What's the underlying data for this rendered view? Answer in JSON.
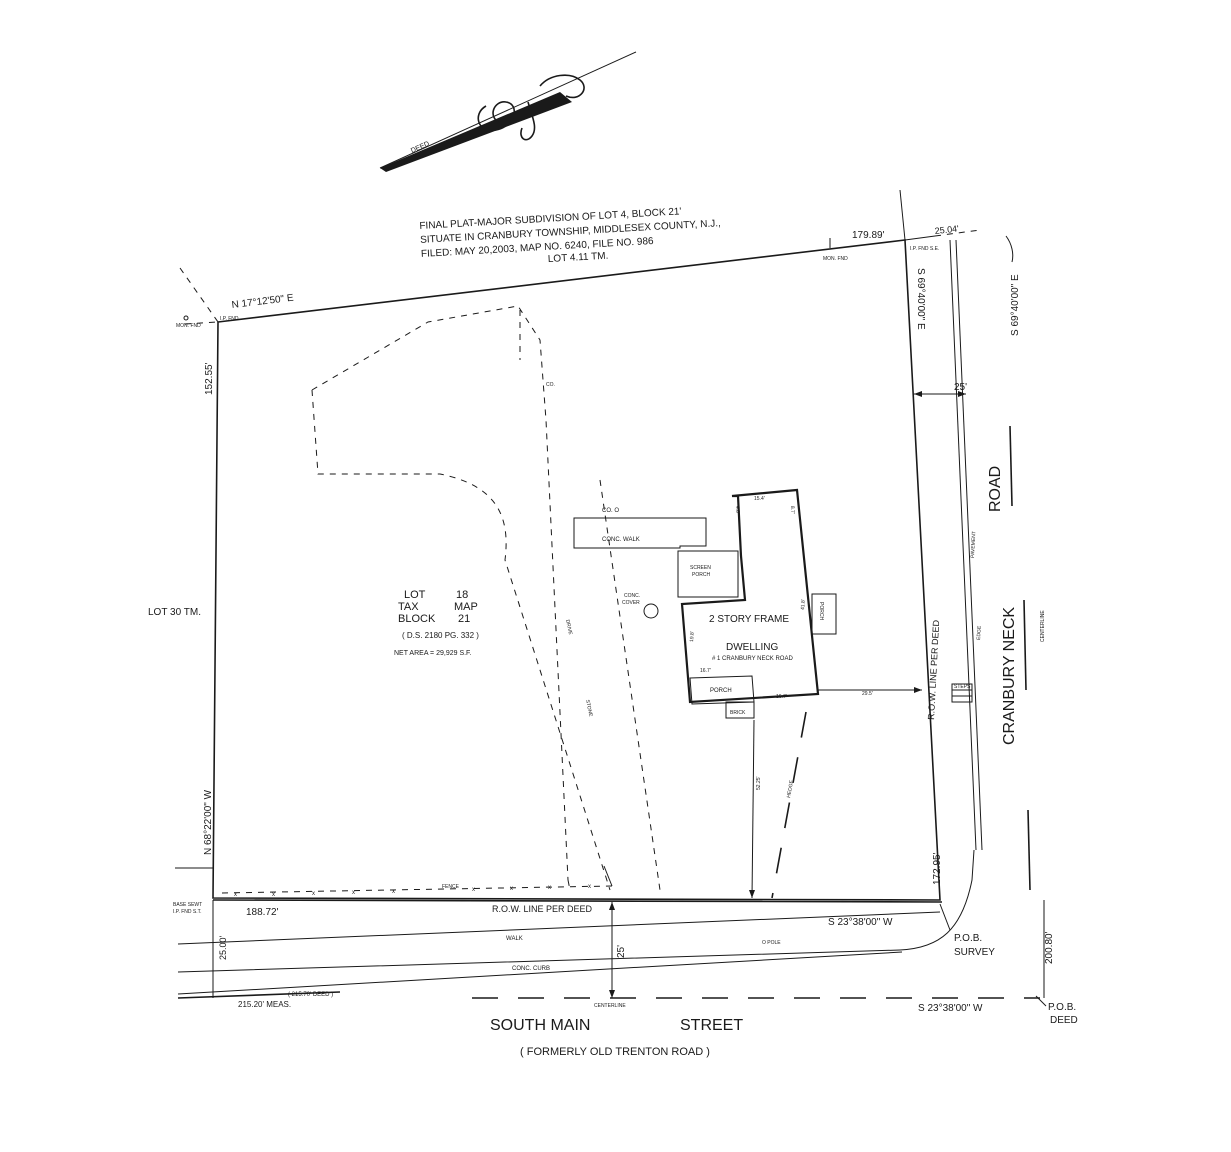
{
  "north_arrow": {
    "label": "DEED"
  },
  "reference": {
    "line1": "FINAL PLAT-MAJOR SUBDIVISION OF LOT 4, BLOCK 21'",
    "line2": "SITUATE IN CRANBURY TOWNSHIP, MIDDLESEX COUNTY, N.J.,",
    "line3": "FILED: MAY 20,2003, MAP NO. 6240, FILE NO. 986"
  },
  "adjoining": {
    "north": "LOT 4.11 TM.",
    "west": "LOT 30 TM."
  },
  "lot": {
    "lot_label": "LOT",
    "lot_value": "18",
    "tax_label": "TAX",
    "tax_value": "MAP",
    "block_label": "BLOCK",
    "block_value": "21",
    "deed_book": "( D.S. 2180 PG. 332 )",
    "net_area": "NET AREA = 29,929 S.F."
  },
  "bearings": {
    "north_line": "N 17°12'50\" E",
    "east_line": "S 69°40'00\" E",
    "east_road": "S 69°40'00\" E",
    "west_line": "N 68°22'00\" W",
    "south_line": "S 23°38'00\" W",
    "south_road": "S 23°38'00\" W"
  },
  "distances": {
    "north_len": "179.89'",
    "north_ext": "25.04'",
    "west_len": "152.55'",
    "east_len": "172.95'",
    "south_len": "188.72'",
    "road_width_east": "25'",
    "road_width_south": "25'",
    "south_left": "25.00'",
    "meas": "215.20' MEAS.",
    "deed_dist": "( 215.70' DEED )",
    "road_right": "200.80'",
    "setback_front": "52.25'",
    "setback_side": "29.5'"
  },
  "monuments": {
    "nw": "MON. FND",
    "nw_pin": "I.P. FND",
    "ne": "MON. FND",
    "ne_pin": "I.P. FND S.E.",
    "sw_base": "BASE SEWT",
    "sw_pin": "I.P. FND S.T."
  },
  "points": {
    "pob_survey_1": "P.O.B.",
    "pob_survey_2": "SURVEY",
    "pob_deed_1": "P.O.B.",
    "pob_deed_2": "DEED"
  },
  "improvements": {
    "co_top": "CO.",
    "co_mid": "CO. O",
    "conc_walk": "CONC. WALK",
    "screen_porch_1": "SCREEN",
    "screen_porch_2": "PORCH",
    "conc_cover_1": "CONC.",
    "conc_cover_2": "COVER",
    "dwelling_1": "2 STORY FRAME",
    "dwelling_2": "DWELLING",
    "dwelling_3": "# 1 CRANBURY NECK ROAD",
    "porch_side": "PORCH",
    "porch_rear": "PORCH",
    "brick": "BRICK",
    "stone_drive_1": "DRIVE",
    "stone_drive_2": "STONE",
    "hedge": "HEDGE",
    "steps": "STEPS",
    "fence": "FENCE",
    "dim_top": "15.4'",
    "dim_side": "8.7'",
    "dim_right": "41.8'",
    "dim_left": "19.8'",
    "dim_porch_a": "16.7'",
    "dim_porch_b": "16.7'",
    "dim_bot": "16.7'",
    "dim_walk": "4.8'"
  },
  "roads": {
    "row_east": "R.O.W. LINE PER DEED",
    "row_south": "R.O.W. LINE PER DEED",
    "pavement_edge_1": "PAVEMENT",
    "pavement_edge_2": "EDGE",
    "centerline_east": "CENTERLINE",
    "centerline_south": "CENTERLINE",
    "walk": "WALK",
    "conc_curb": "CONC. CURB",
    "pole": "O POLE",
    "east_name_1": "ROAD",
    "east_name_2": "CRANBURY NECK",
    "south_name_1": "SOUTH MAIN",
    "south_name_2": "STREET",
    "south_former": "( FORMERLY OLD TRENTON ROAD )"
  }
}
